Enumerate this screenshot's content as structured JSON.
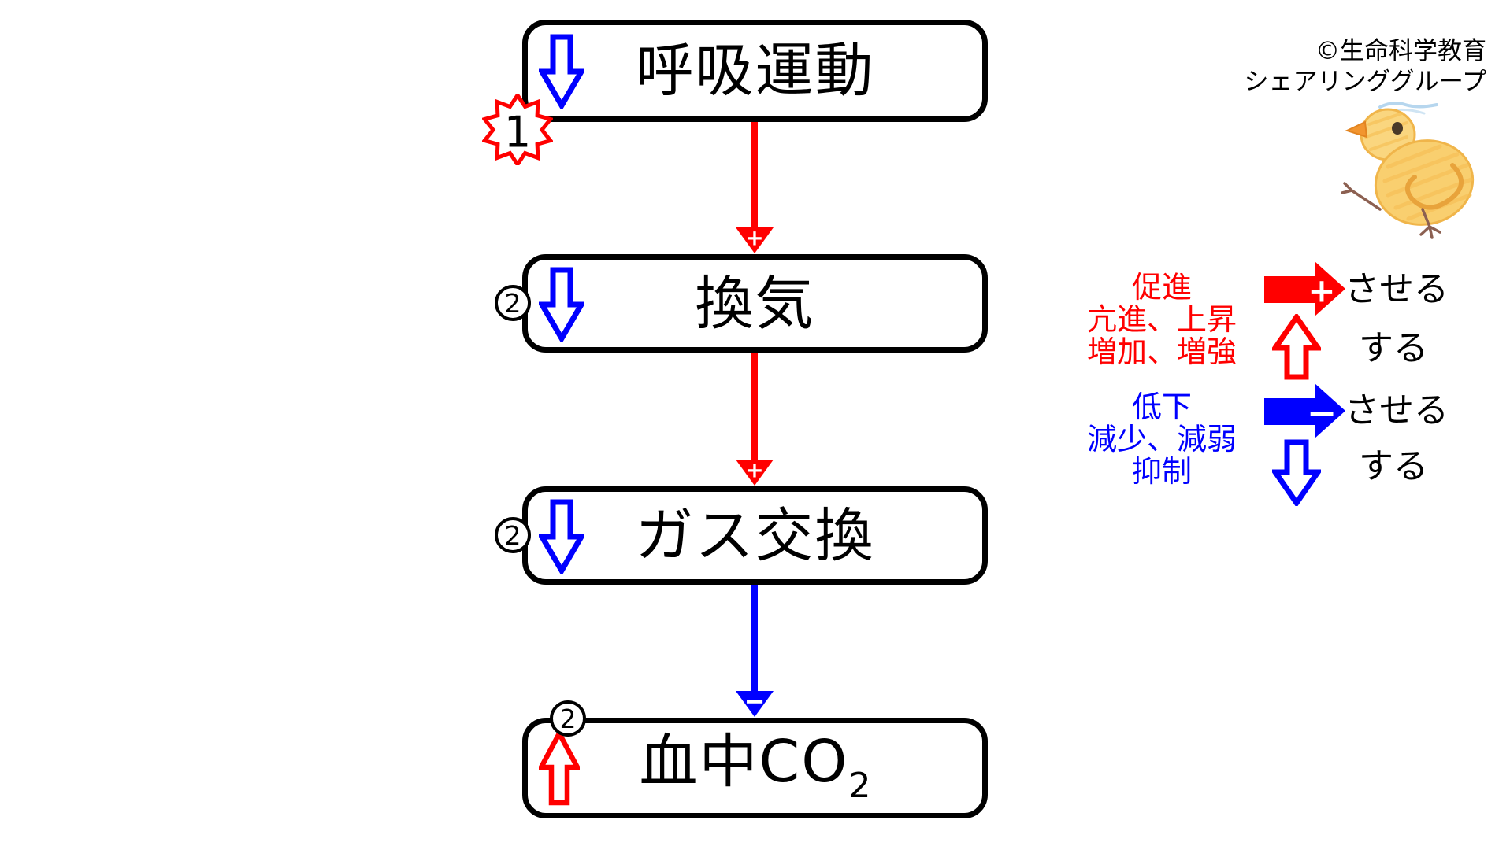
{
  "copyright": {
    "line1": "©生命科学教育",
    "line2": "シェアリンググループ"
  },
  "flow": {
    "boxes": [
      {
        "label": "呼吸運動",
        "badge": "1",
        "badge_shape": "starburst",
        "state_arrow": "blue-down"
      },
      {
        "label": "換気",
        "badge": "2",
        "badge_shape": "circle",
        "state_arrow": "blue-down"
      },
      {
        "label": "ガス交換",
        "badge": "2",
        "badge_shape": "circle",
        "state_arrow": "blue-down"
      },
      {
        "label": "血中CO",
        "label_sub": "2",
        "badge": "2",
        "badge_shape": "circle",
        "state_arrow": "red-up"
      }
    ],
    "connectors": [
      {
        "from": 0,
        "to": 1,
        "color": "red",
        "sign": "+"
      },
      {
        "from": 1,
        "to": 2,
        "color": "red",
        "sign": "+"
      },
      {
        "from": 2,
        "to": 3,
        "color": "blue",
        "sign": "−"
      }
    ]
  },
  "legend": {
    "red": {
      "line1": "促進",
      "line2": "亢進、上昇",
      "line3": "増加、増強",
      "solid_sign": "+",
      "solid_label": "させる",
      "outline_label": "する"
    },
    "blue": {
      "line1": "低下",
      "line2": "減少、減弱",
      "line3": "抑制",
      "solid_sign": "−",
      "solid_label": "させる",
      "outline_label": "する"
    }
  },
  "colors": {
    "red": "#FF0000",
    "blue": "#0000FF",
    "ink": "#000000"
  }
}
